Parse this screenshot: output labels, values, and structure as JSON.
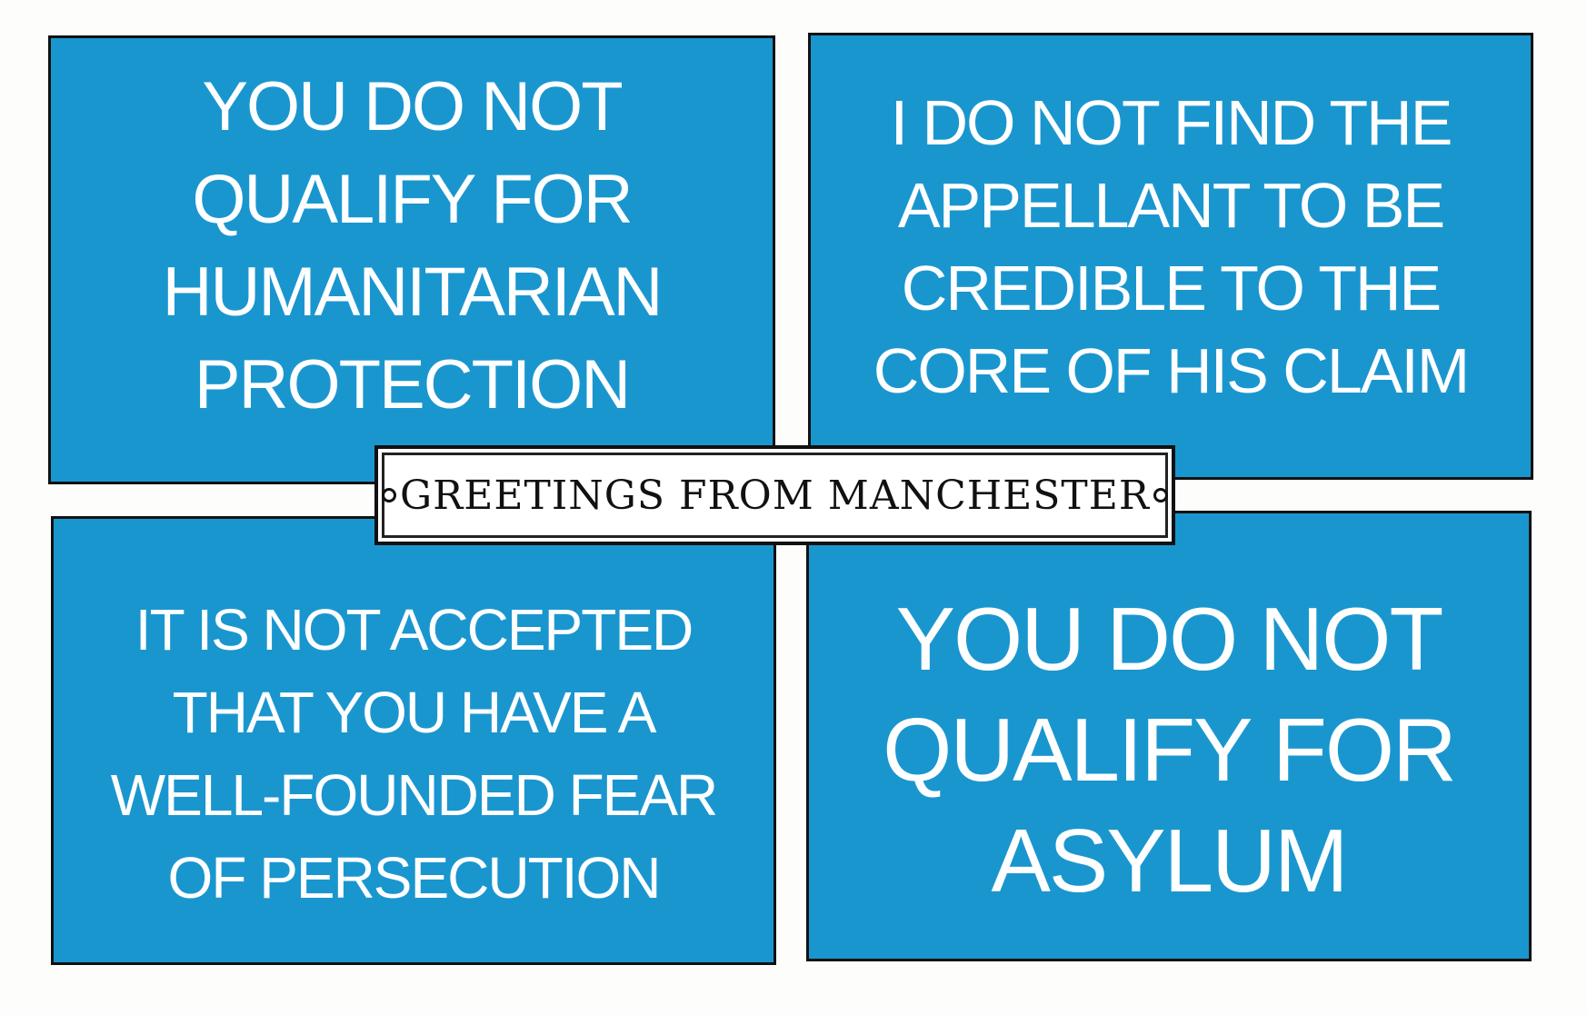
{
  "panels": {
    "top_left": [
      "YOU DO NOT",
      "QUALIFY FOR",
      "HUMANITARIAN",
      "PROTECTION"
    ],
    "top_right": [
      "I DO NOT FIND THE",
      "APPELLANT TO BE",
      "CREDIBLE TO THE",
      "CORE OF HIS CLAIM"
    ],
    "bottom_left": [
      "IT IS NOT ACCEPTED",
      "THAT YOU HAVE A",
      "WELL-FOUNDED FEAR",
      "OF PERSECUTION"
    ],
    "bottom_right": [
      "YOU DO NOT",
      "QUALIFY FOR",
      "ASYLUM"
    ]
  },
  "label": "GREETINGS FROM MANCHESTER",
  "colors": {
    "panel": "#1a96cf",
    "text": "#ffffff",
    "border": "#111111"
  }
}
